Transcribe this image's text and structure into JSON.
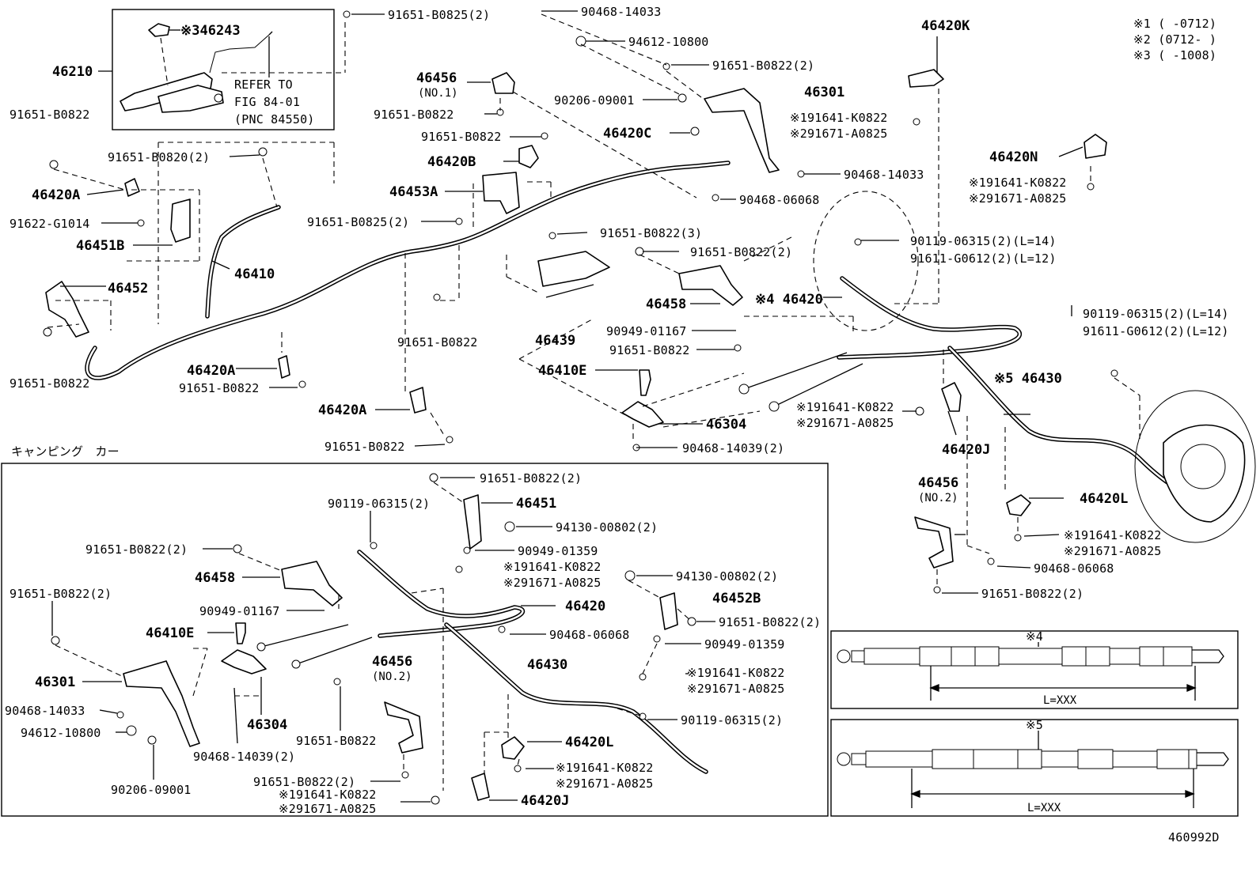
{
  "notes": {
    "n1": "※1 (     -0712)",
    "n2": "※2 (0712-     )",
    "n3": "※3 (     -1008)"
  },
  "section_label": "キャンピング　カー",
  "figure_id": "460992D",
  "inset": {
    "ref_line1": "REFER TO",
    "ref_line2": "FIG 84-01",
    "ref_line3": "(PNC 84550)"
  },
  "detail": {
    "d4_title": "※4",
    "d5_title": "※5",
    "length_label": "L=XXX"
  },
  "main_labels": {
    "p46210": "46210",
    "p46243": "※346243",
    "b0825_2a": "91651-B0825(2)",
    "p14033a": "90468-14033",
    "p94612a": "94612-10800",
    "p46420K": "46420K",
    "p46456": "46456",
    "no1": "(NO.1)",
    "b0822_2a": "91651-B0822(2)",
    "p46301": "46301",
    "p09001a": "90206-09001",
    "k0822a": "※191641-K0822",
    "a0825a": "※291671-A0825",
    "b0822a": "91651-B0822",
    "b0822b": "91651-B0822",
    "b0822c": "91651-B0822",
    "p46420C": "46420C",
    "p14033b": "90468-14033",
    "p46420N": "46420N",
    "k0822b": "※191641-K0822",
    "a0825b": "※291671-A0825",
    "b0820": "91651-B0820(2)",
    "p46420B": "46420B",
    "p46420A1": "46420A",
    "p46453A": "46453A",
    "p06068a": "90468-06068",
    "g1014": "91622-G1014",
    "b0825_2b": "91651-B0825(2)",
    "p46451B": "46451B",
    "b0822_3": "91651-B0822(3)",
    "p06315a": "90119-06315(2)(L=14)",
    "g0612a": "91611-G0612(2)(L=12)",
    "p46410": "46410",
    "b0822_2b": "91651-B0822(2)",
    "p46452": "46452",
    "p46458": "46458",
    "p46420": "※4 46420",
    "p06315b": "90119-06315(2)(L=14)",
    "g0612b": "91611-G0612(2)(L=12)",
    "p01167a": "90949-01167",
    "b0822d": "91651-B0822",
    "p46439": "46439",
    "b0822e": "91651-B0822",
    "p46410E": "46410E",
    "p46430": "※5 46430",
    "b0822f": "91651-B0822",
    "p46420A2": "46420A",
    "b0822g": "91651-B0822",
    "k0822c": "※191641-K0822",
    "a0825c": "※291671-A0825",
    "p46304": "46304",
    "p46420A3": "46420A",
    "p46420J": "46420J",
    "b0822h": "91651-B0822",
    "p14039a": "90468-14039(2)",
    "p46456b": "46456",
    "no2a": "(NO.2)",
    "p46420L": "46420L",
    "k0822d": "※191641-K0822",
    "a0825d": "※291671-A0825",
    "p06068b": "90468-06068",
    "b0822_2c": "91651-B0822(2)"
  },
  "camper_labels": {
    "b0822_2a": "91651-B0822(2)",
    "p46451": "46451",
    "p06315a": "90119-06315(2)",
    "p00802a": "94130-00802(2)",
    "b0822_2b": "91651-B0822(2)",
    "p01359a": "90949-01359",
    "k0822a": "※191641-K0822",
    "a0825a": "※291671-A0825",
    "p46458": "46458",
    "p00802b": "94130-00802(2)",
    "b0822_2c": "91651-B0822(2)",
    "p46452B": "46452B",
    "p01167": "90949-01167",
    "p46420": "46420",
    "b0822_2d": "91651-B0822(2)",
    "p46410E": "46410E",
    "p06068": "90468-06068",
    "p01359b": "90949-01359",
    "p46456": "46456",
    "no2": "(NO.2)",
    "p46430": "46430",
    "k0822b": "※191641-K0822",
    "a0825b": "※291671-A0825",
    "p46301": "46301",
    "p14033": "90468-14033",
    "p94612": "94612-10800",
    "p46304": "46304",
    "b0822": "91651-B0822",
    "p06315b": "90119-06315(2)",
    "p14039": "90468-14039(2)",
    "p46420L": "46420L",
    "p09001": "90206-09001",
    "k0822c": "※191641-K0822",
    "a0825c": "※291671-A0825",
    "b0822_2e": "91651-B0822(2)",
    "k0822d": "※191641-K0822",
    "a0825d": "※291671-A0825",
    "p46420J": "46420J"
  }
}
